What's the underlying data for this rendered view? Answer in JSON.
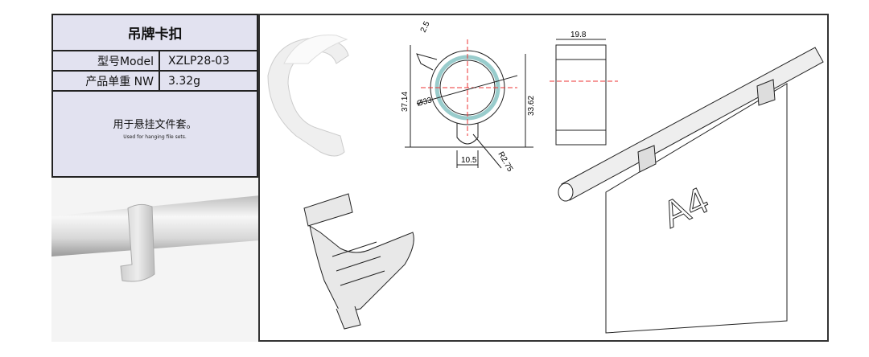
{
  "spec_table": {
    "title": "吊牌卡扣",
    "rows": [
      {
        "label": "型号Model",
        "value": "XZLP28-03"
      },
      {
        "label": "产品单重 NW",
        "value": "3.32g"
      }
    ],
    "description_cn": "用于悬挂文件套。",
    "description_en": "Used for hanging file sets."
  },
  "drawing": {
    "dims": {
      "thickness": "2.5",
      "height_total": "37.14",
      "diameter": "Ø33",
      "height_inner": "33.62",
      "slot_width": "10.5",
      "radius": "R2.75",
      "width_side": "19.8"
    }
  },
  "illustration": {
    "sheet_label": "A4"
  }
}
